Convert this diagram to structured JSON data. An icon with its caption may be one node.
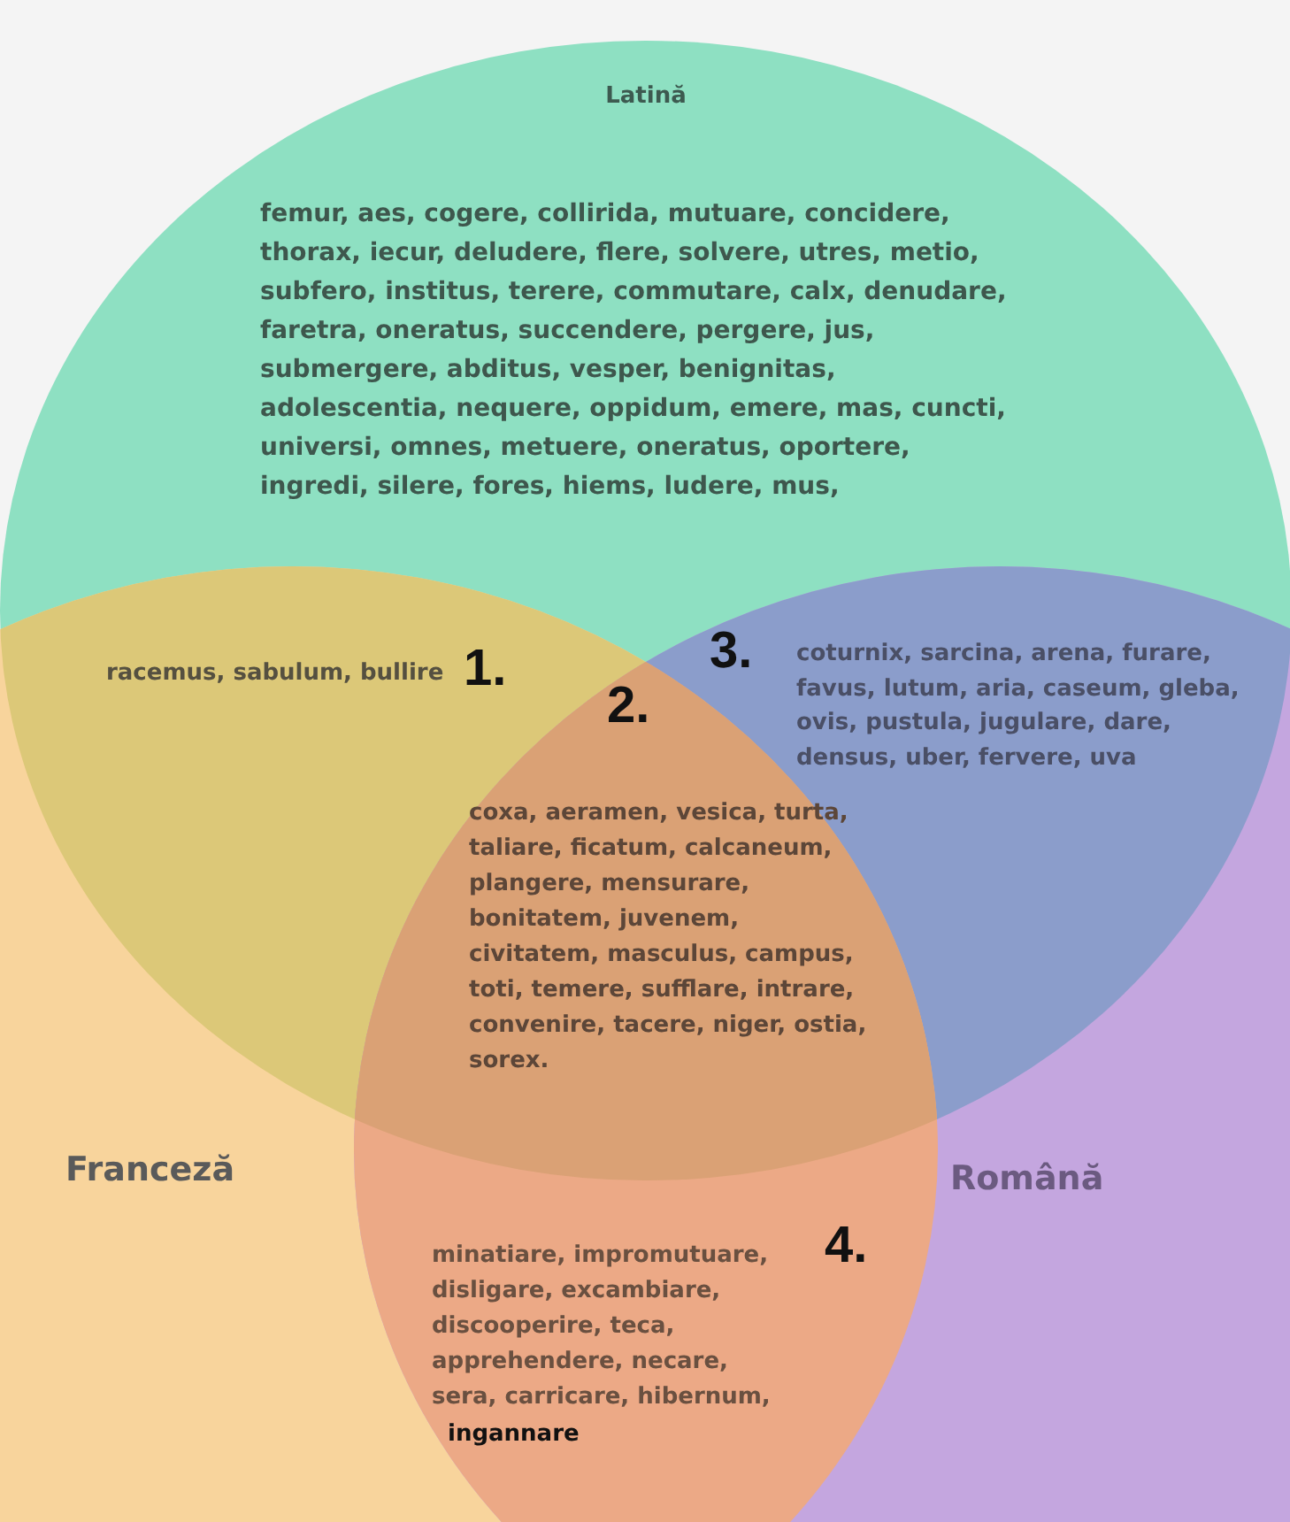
{
  "diagram": {
    "nodes": [
      {
        "text": [
          "Latină",
          "femur, aes, cogere, collirida, mutuare, concidere, thorax, iecur, deludere, flere, solvere, utres, metio, subfero, institus, terere, commutare, calx, denudare, faretra, oneratus, succendere, pergere, jus, submergere, abditus, vesper, benignitas, adolescentia, nequere, oppidum, emere, mas, cuncti, universi, omnes, metuere, oneratus, oportere, ingredi, silere, fores, hiems, ludere, mus,"
        ]
      },
      {
        "text": [
          "Franceză"
        ]
      },
      {
        "text": [
          "Română"
        ]
      }
    ],
    "labels": [
      "racemus, sabulum, bullire",
      "1.",
      "2.",
      "3.",
      "coturnix, sarcina, arena, furare, favus, lutum, aria, caseum, gleba, ovis, pustula, jugulare, dare, densus, uber, fervere, uva",
      "coxa, aeramen, vesica, turta, taliare, ficatum, calcaneum, plangere, mensurare, bonitatem, juvenem, civitatem, masculus, campus, toti, temere, sufflare, intrare, convenire, tacere, niger, ostia, sorex.",
      "4.",
      "minatiare, impromutuare, disligare, excambiare, discooperire, teca, apprehendere, necare, sera, carricare, hibernum,",
      "ingannare"
    ]
  }
}
